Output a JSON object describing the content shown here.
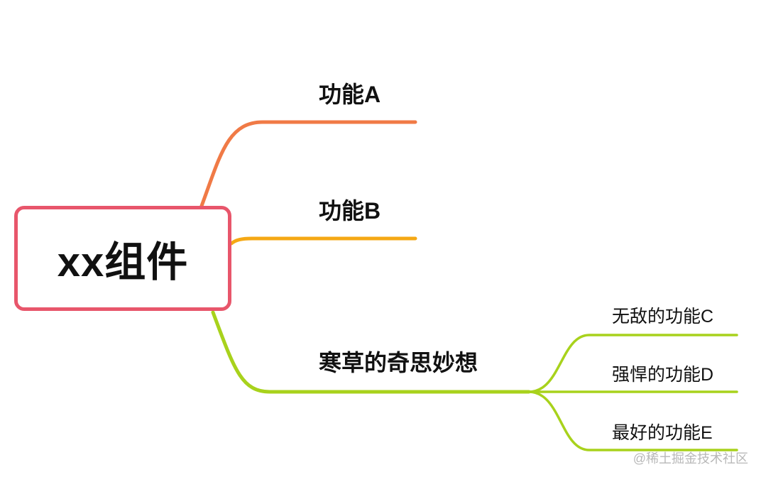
{
  "colors": {
    "root_border": "#e8566b",
    "branch_a": "#f07a46",
    "branch_b": "#f5a814",
    "branch_c": "#a8d21c"
  },
  "root": {
    "label": "xx组件"
  },
  "branches": [
    {
      "label": "功能A"
    },
    {
      "label": "功能B"
    },
    {
      "label": "寒草的奇思妙想",
      "children": [
        {
          "label": "无敌的功能C"
        },
        {
          "label": "强悍的功能D"
        },
        {
          "label": "最好的功能E"
        }
      ]
    }
  ],
  "watermark": "@稀土掘金技术社区"
}
